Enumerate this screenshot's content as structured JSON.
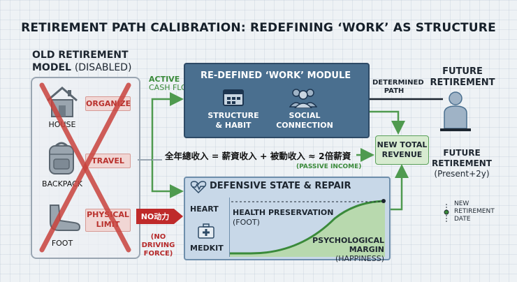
{
  "title": "RETIREMENT PATH CALIBRATION: REDEFINING ‘WORK’ AS STRUCTURE",
  "old_model": {
    "title": "OLD RETIREMENT",
    "title_line2": "MODEL",
    "status": "(DISABLED)",
    "items": [
      {
        "icon": "house-icon",
        "label": "HOUSE",
        "tag": "ORGANIZE"
      },
      {
        "icon": "backpack-icon",
        "label": "BACKPACK",
        "tag": "TRAVEL"
      },
      {
        "icon": "foot-icon",
        "label": "FOOT",
        "tag_line1": "PHYSICAL",
        "tag_line2": "LIMIT"
      }
    ]
  },
  "active_flow": {
    "line1": "ACTIVE",
    "line2": "CASH FLOW"
  },
  "work_module": {
    "title": "RE-DEFINED ‘WORK’ MODULE",
    "items": [
      {
        "icon": "calendar-icon",
        "line1": "STRUCTURE",
        "line2": "& HABIT"
      },
      {
        "icon": "people-icon",
        "line1": "SOCIAL",
        "line2": "CONNECTION"
      }
    ]
  },
  "formula": "全年總收入 = 薪資收入 + 被動收入 ≈ 2倍薪資",
  "passive_income": "(PASSIVE INCOME)",
  "revenue": {
    "line1": "NEW TOTAL",
    "line2": "REVENUE"
  },
  "determined_path": {
    "line1": "DETERMINED",
    "line2": "PATH"
  },
  "future": {
    "title_line1": "FUTURE",
    "title_line2": "RETIREMENT",
    "caption_line1": "FUTURE",
    "caption_line2": "RETIREMENT",
    "caption_line3": "(Present+2y)"
  },
  "no_drive": {
    "tag": "NO动力",
    "line1": "(NO DRIVING",
    "line2": "FORCE)"
  },
  "defensive": {
    "title": "DEFENSIVE STATE & REPAIR",
    "heart": "HEART",
    "medkit": "MEDKIT",
    "health_line1": "HEALTH PRESERVATION",
    "health_line2": "(FOOT)",
    "psych_line1": "PSYCHOLOGICAL MARGIN",
    "psych_line2": "(HAPPINESS)"
  },
  "new_retirement_date": {
    "line1": "NEW",
    "line2": "RETIREMENT",
    "line3": "DATE"
  },
  "colors": {
    "accent_blue": "#4a6f8f",
    "green": "#3a8a3a",
    "red": "#c9433d"
  }
}
